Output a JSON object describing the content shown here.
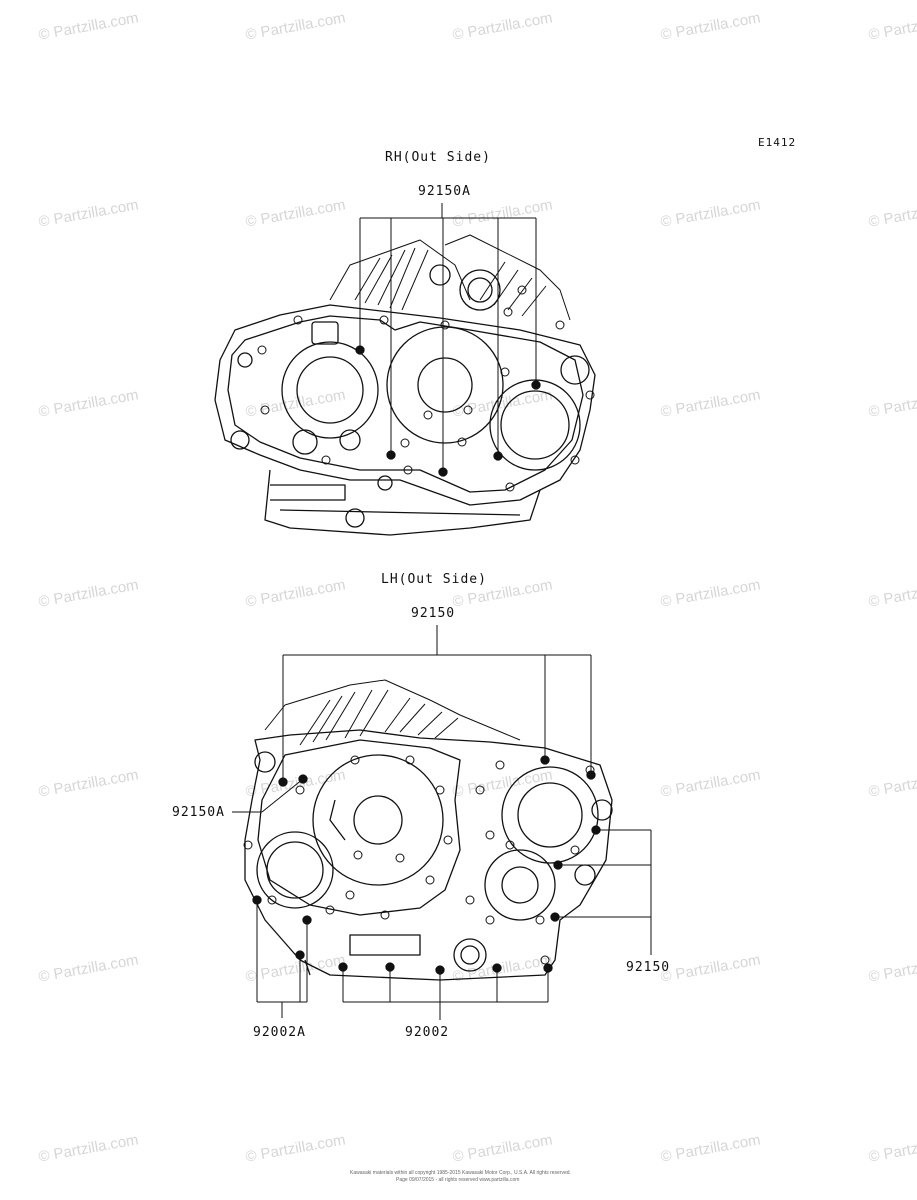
{
  "figure_code": "E1412",
  "rh_view": {
    "title": "RH(Out Side)",
    "callouts": [
      "92150A"
    ]
  },
  "lh_view": {
    "title": "LH(Out Side)",
    "callouts": [
      "92150",
      "92150A",
      "92150",
      "92002A",
      "92002"
    ]
  },
  "watermark": "© Partzilla.com",
  "footer": {
    "line1": "Kawasaki materials within all copyright 1985-2015 Kawasaki Motor Corp., U.S.A. All rights reserved.",
    "line2": "Page 09/07/2015 - all rights reserved www.partzilla.com"
  }
}
